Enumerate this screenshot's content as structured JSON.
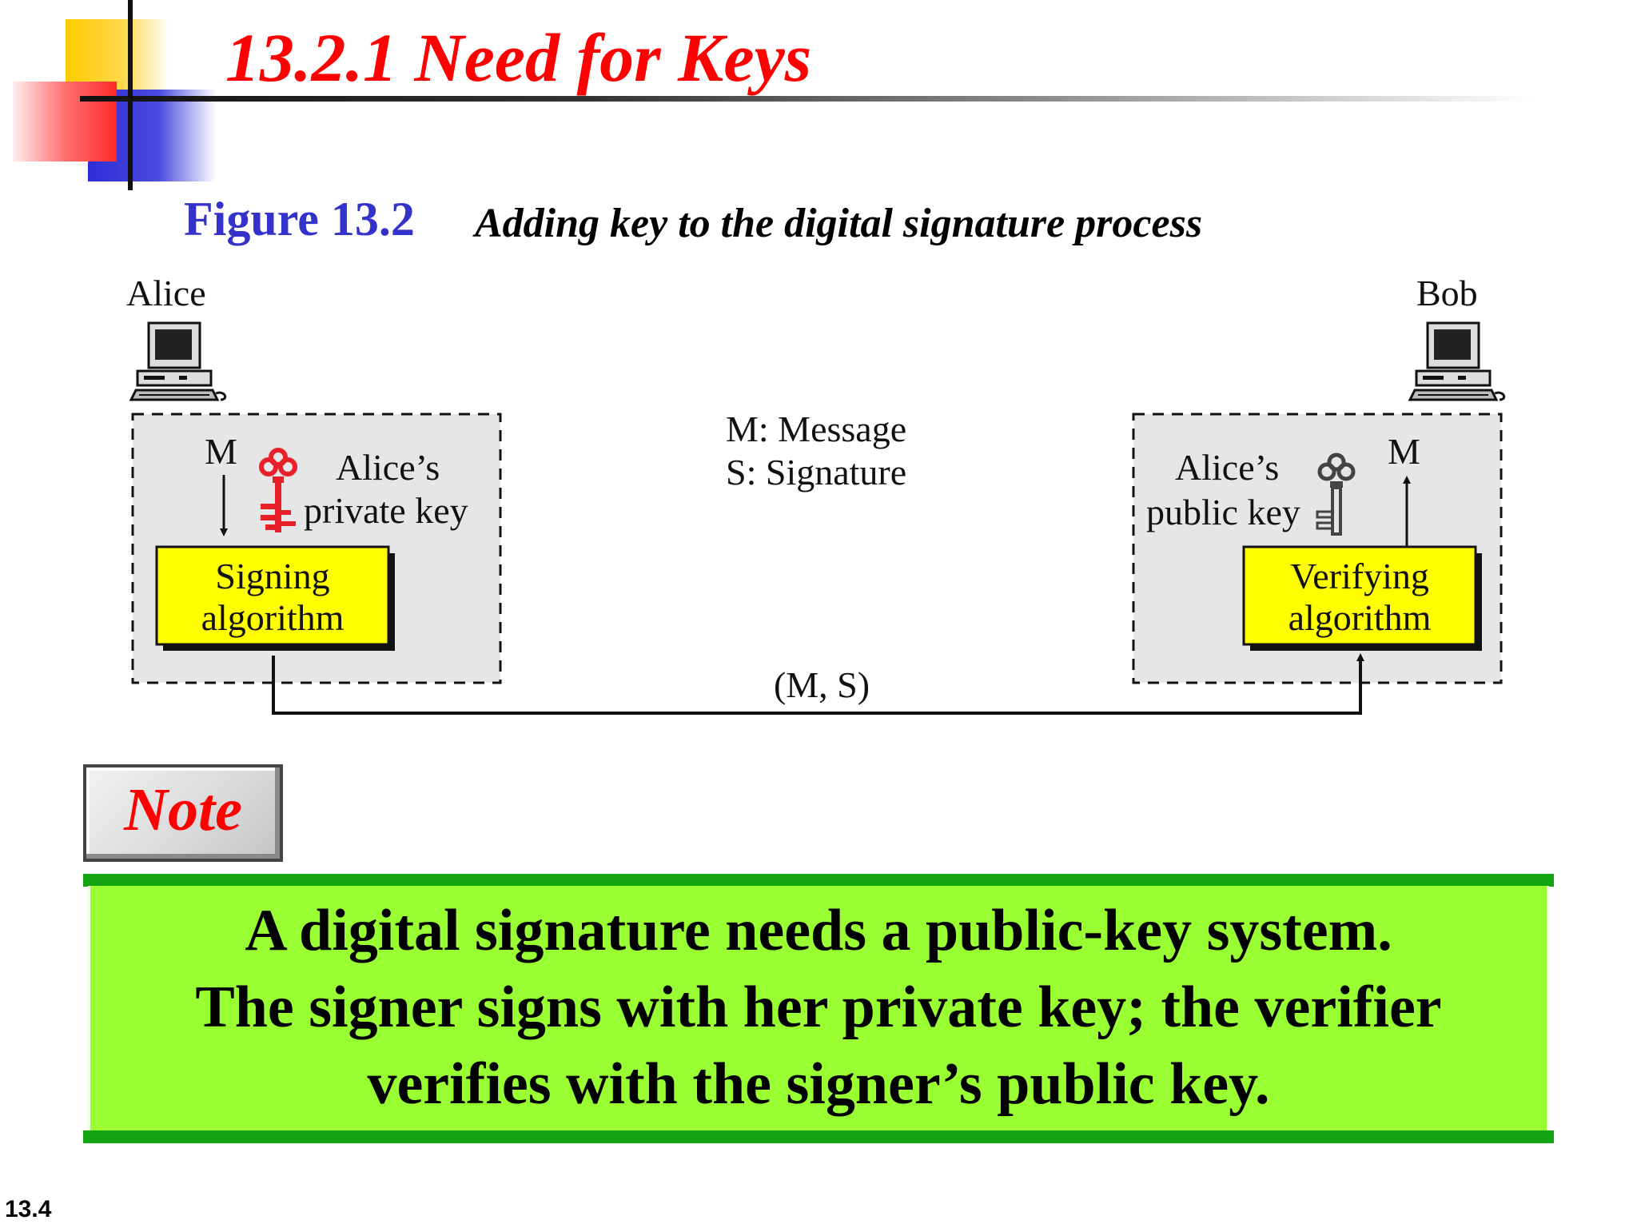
{
  "slide": {
    "title": "13.2.1  Need for Keys",
    "number": "13.4"
  },
  "figure": {
    "label": "Figure 13.2",
    "caption": "Adding key to the digital signature process"
  },
  "diagram": {
    "alice_label": "Alice",
    "bob_label": "Bob",
    "legend": {
      "message": "M: Message",
      "signature": "S: Signature"
    },
    "sender": {
      "input_label": "M",
      "key_label_line1": "Alice’s",
      "key_label_line2": "private key",
      "algorithm_line1": "Signing",
      "algorithm_line2": "algorithm"
    },
    "receiver": {
      "output_label": "M",
      "key_label_line1": "Alice’s",
      "key_label_line2": "public key",
      "algorithm_line1": "Verifying",
      "algorithm_line2": "algorithm"
    },
    "channel_label": "(M, S)",
    "colors": {
      "algorithm_fill": "#ffff00",
      "private_key": "#e8202a",
      "public_key": "#555555",
      "box_fill": "#e6e6e6"
    }
  },
  "note": {
    "label": "Note",
    "line1": "A digital signature needs a public-key system.",
    "line2": "The signer signs with her private key; the verifier",
    "line3": "verifies with the signer’s public key."
  }
}
